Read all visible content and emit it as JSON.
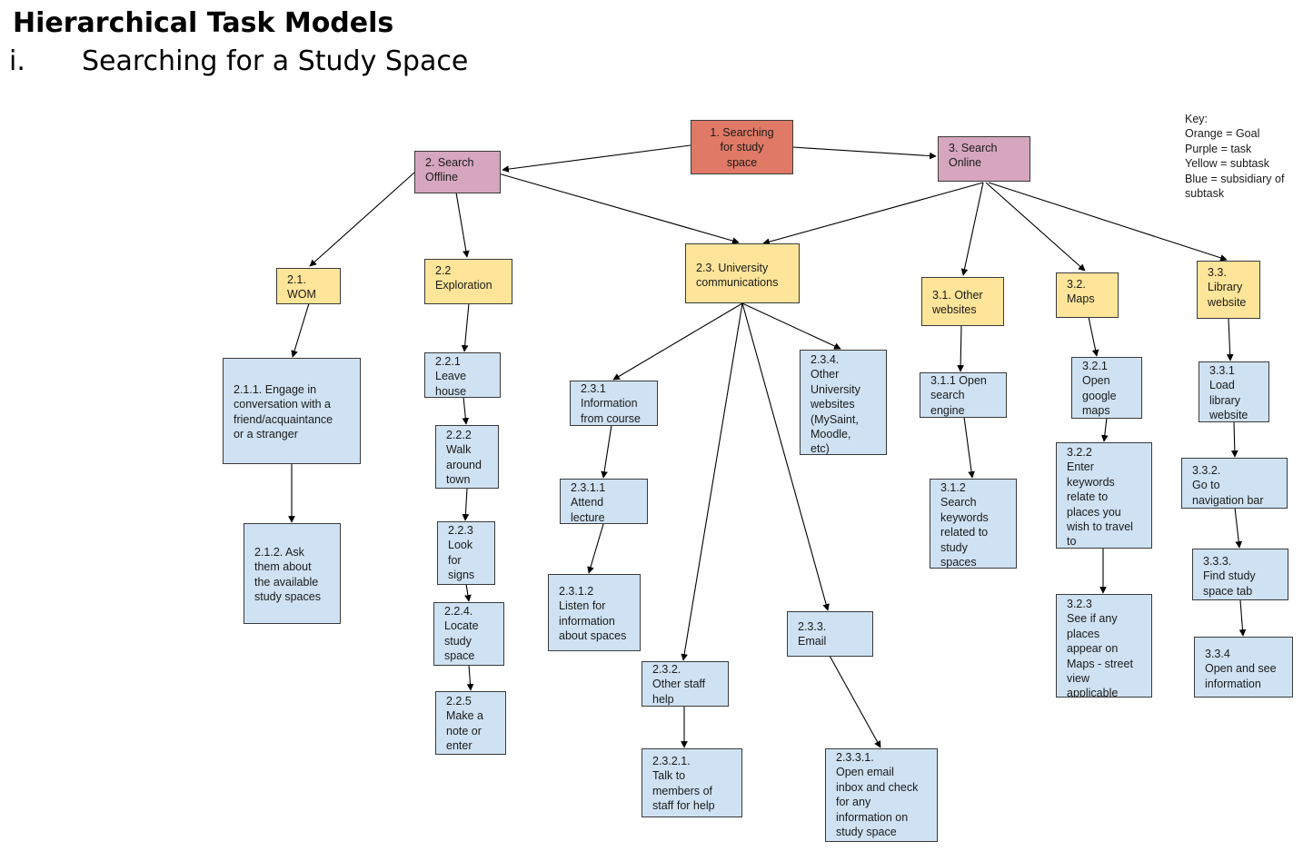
{
  "heading": "Hierarchical Task Models",
  "subheading": {
    "number": "i.",
    "text": "Searching for a Study Space"
  },
  "key": {
    "title": "Key:",
    "items": [
      "Orange = Goal",
      "Purple = task",
      "Yellow = subtask",
      "Blue = subsidiary of",
      "subtask"
    ]
  },
  "colors": {
    "goal": "#e07a66",
    "task": "#d5a6bd",
    "subtask": "#ffe599",
    "subsidiary": "#cfe2f3"
  },
  "nodes": {
    "n1": "1. Searching\nfor study\nspace",
    "n2": "2. Search\nOffline",
    "n3": "3. Search\nOnline",
    "n21": "2.1.\nWOM",
    "n22": "2.2\nExploration",
    "n23": "2.3. University\ncommunications",
    "n31": "3.1. Other\nwebsites",
    "n32": "3.2.\nMaps",
    "n33": "3.3.\nLibrary\nwebsite",
    "n211": "2.1.1. Engage in\nconversation with a\nfriend/acquaintance\n or a stranger",
    "n212": "2.1.2. Ask\nthem about\nthe available\nstudy spaces",
    "n221": "2.2.1\nLeave\nhouse",
    "n222": "2.2.2\nWalk\naround\ntown",
    "n223": "2.2.3\nLook\nfor\nsigns",
    "n224": "2.2.4.\nLocate\nstudy\nspace",
    "n225": "2.2.5\nMake a\nnote or\nenter",
    "n231": "2.3.1\nInformation\nfrom course",
    "n2311": "2.3.1.1\nAttend\nlecture",
    "n2312": "2.3.1.2\nListen for\ninformation\nabout spaces",
    "n232": "2.3.2.\nOther staff\nhelp",
    "n2321": "2.3.2.1.\nTalk to\nmembers of\nstaff for help",
    "n233": "2.3.3.\nEmail",
    "n2331": "2.3.3.1.\nOpen email\ninbox and check\nfor any\ninformation on\nstudy space",
    "n234": "2.3.4.\nOther\nUniversity\nwebsites\n(MySaint,\nMoodle,\netc)",
    "n311": "3.1.1 Open\nsearch\nengine",
    "n312": "3.1.2\nSearch\nkeywords\nrelated to\nstudy\nspaces",
    "n321": "3.2.1\nOpen\ngoogle\nmaps",
    "n322": "3.2.2\nEnter\nkeywords\nrelate to\nplaces you\nwish to travel\nto",
    "n323": "3.2.3\nSee if any\nplaces\nappear on\nMaps - street\nview\napplicable",
    "n331": "3.3.1\nLoad\nlibrary\nwebsite",
    "n332": "3.3.2.\nGo to\nnavigation bar",
    "n333": "3.3.3.\nFind study\nspace tab",
    "n334": "3.3.4\nOpen and see\ninformation"
  }
}
